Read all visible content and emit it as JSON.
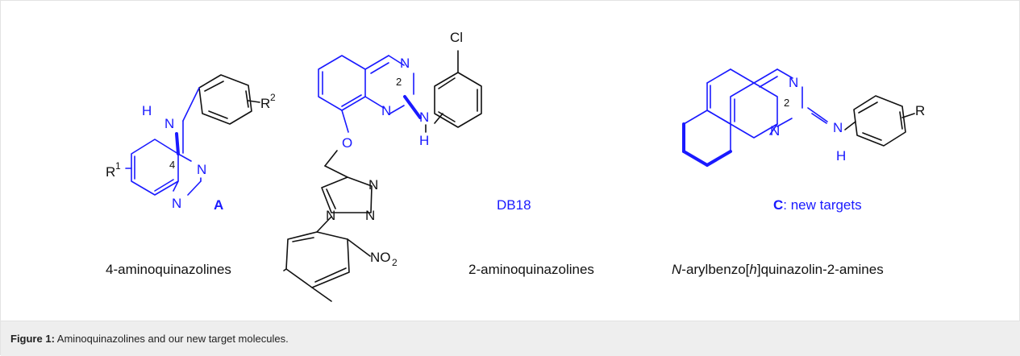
{
  "figure": {
    "caption_label": "Figure 1:",
    "caption_text": " Aminoquinazolines and our new target molecules."
  },
  "structures": {
    "A": {
      "atoms": {
        "H": "H",
        "N_amine": "N",
        "R2": "R",
        "R2_sup": "2",
        "R1": "R",
        "R1_sup": "1",
        "N3": "N",
        "N1": "N",
        "position": "4"
      },
      "id_label": "A",
      "class_label": "4-aminoquinazolines"
    },
    "DB18": {
      "atoms": {
        "Cl": "Cl",
        "N3": "N",
        "N1": "N",
        "position": "2",
        "N_amine": "N",
        "H": "H",
        "O": "O",
        "tz_N1": "N",
        "tz_N2": "N",
        "tz_N3": "N",
        "NO2": "NO",
        "NO2_sub": "2"
      },
      "id_label": "DB18",
      "class_label": "2-aminoquinazolines"
    },
    "C": {
      "atoms": {
        "N3": "N",
        "N1": "N",
        "position": "2",
        "N_amine": "N",
        "H": "H",
        "R": "R"
      },
      "id_label": "C",
      "id_suffix": ": new targets",
      "class_label_italic": "N",
      "class_label_mid": "-arylbenzo[",
      "class_label_italic2": "h",
      "class_label_end": "]quinazolin-2-amines"
    }
  },
  "colors": {
    "scaffold": "#1a1aff",
    "substituent": "#111111",
    "caption_bg": "#eeeeee"
  }
}
